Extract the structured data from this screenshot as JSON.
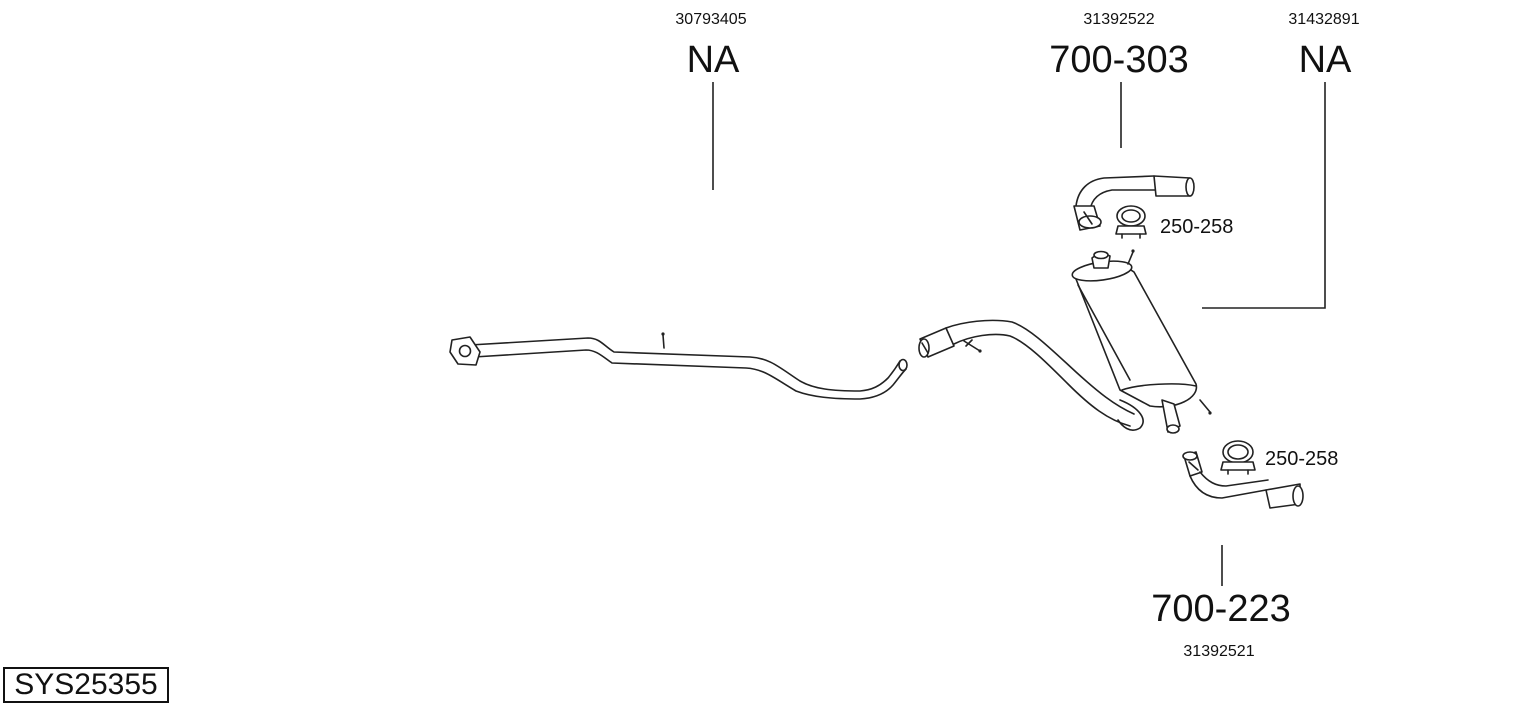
{
  "system_code": "SYS25355",
  "parts": [
    {
      "oem": "30793405",
      "part_no": "NA"
    },
    {
      "oem": "31392522",
      "part_no": "700-303"
    },
    {
      "oem": "31432891",
      "part_no": "NA"
    },
    {
      "oem": "31392521",
      "part_no": "700-223"
    }
  ],
  "clamps": [
    {
      "part_no": "250-258"
    },
    {
      "part_no": "250-258"
    }
  ]
}
